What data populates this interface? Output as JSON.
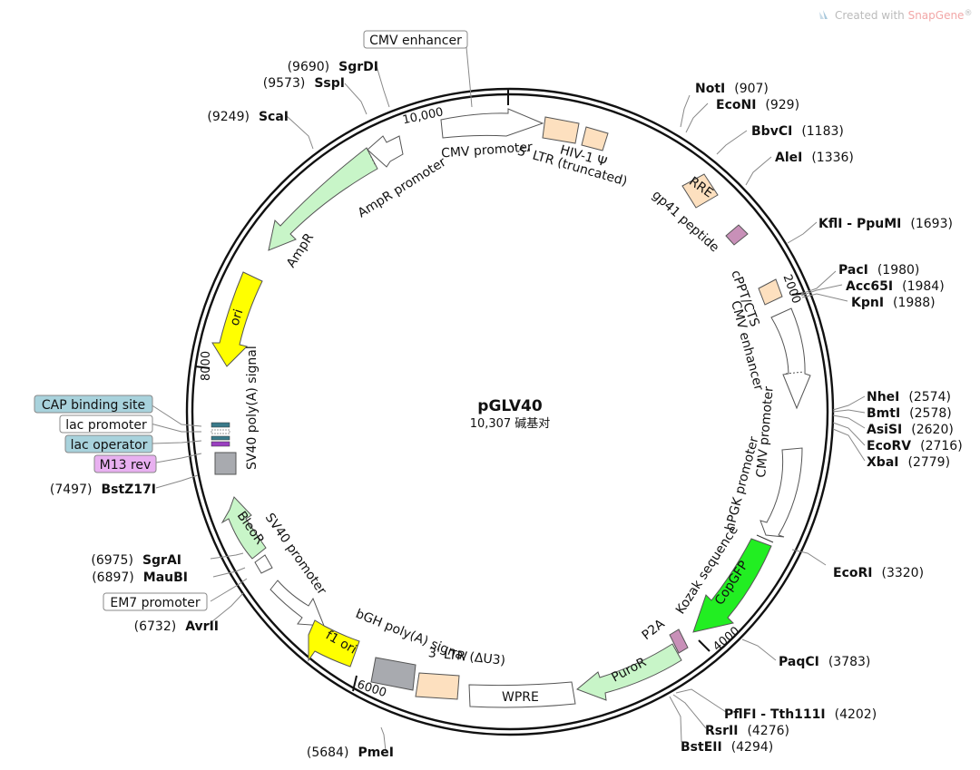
{
  "credit": {
    "prefix": "Created with ",
    "brand": "SnapGene",
    "reg": "®"
  },
  "plasmid": {
    "name": "pGLV40",
    "size": "10,307 碱基对"
  },
  "ticks": [
    "10,000",
    "2000",
    "4000",
    "6000",
    "8000"
  ],
  "sites": [
    {
      "name": "SgrDI",
      "pos": "(9690)"
    },
    {
      "name": "SspI",
      "pos": "(9573)"
    },
    {
      "name": "ScaI",
      "pos": "(9249)"
    },
    {
      "name": "NotI",
      "pos": "(907)"
    },
    {
      "name": "EcoNI",
      "pos": "(929)"
    },
    {
      "name": "BbvCI",
      "pos": "(1183)"
    },
    {
      "name": "AleI",
      "pos": "(1336)"
    },
    {
      "name": "KflI - PpuMI",
      "pos": "(1693)"
    },
    {
      "name": "PacI",
      "pos": "(1980)"
    },
    {
      "name": "Acc65I",
      "pos": "(1984)"
    },
    {
      "name": "KpnI",
      "pos": "(1988)"
    },
    {
      "name": "NheI",
      "pos": "(2574)"
    },
    {
      "name": "BmtI",
      "pos": "(2578)"
    },
    {
      "name": "AsiSI",
      "pos": "(2620)"
    },
    {
      "name": "EcoRV",
      "pos": "(2716)"
    },
    {
      "name": "XbaI",
      "pos": "(2779)"
    },
    {
      "name": "EcoRI",
      "pos": "(3320)"
    },
    {
      "name": "PaqCI",
      "pos": "(3783)"
    },
    {
      "name": "PflFI - Tth111I",
      "pos": "(4202)"
    },
    {
      "name": "RsrII",
      "pos": "(4276)"
    },
    {
      "name": "BstEII",
      "pos": "(4294)"
    },
    {
      "name": "PmeI",
      "pos": "(5684)"
    },
    {
      "name": "AvrII",
      "pos": "(6732)"
    },
    {
      "name": "MauBI",
      "pos": "(6897)"
    },
    {
      "name": "SgrAI",
      "pos": "(6975)"
    },
    {
      "name": "BstZ17I",
      "pos": "(7497)"
    }
  ],
  "boxed_labels": [
    {
      "text": "CMV enhancer",
      "color": "#ffffff"
    },
    {
      "text": "CAP binding site",
      "color": "#a8d2dc"
    },
    {
      "text": "lac promoter",
      "color": "#ffffff"
    },
    {
      "text": "lac operator",
      "color": "#a8d2dc"
    },
    {
      "text": "M13 rev",
      "color": "#e8b0f0"
    },
    {
      "text": "EM7 promoter",
      "color": "#ffffff"
    }
  ],
  "features": {
    "cmv_promoter": "CMV promoter",
    "hiv1_psi": "HIV-1 Ψ",
    "ltr5": "5' LTR (truncated)",
    "ampr_promoter": "AmpR promoter",
    "ampr": "AmpR",
    "rre": "RRE",
    "gp41": "gp41 peptide",
    "cppt": "cPPT/CTS",
    "cmv_enhancer": "CMV enhancer",
    "cmv_promoter2": "CMV promoter",
    "hpgk": "hPGK promoter",
    "kozak": "Kozak sequence",
    "copgfp": "CopGFP",
    "p2a": "P2A",
    "puror": "PuroR",
    "wpre": "WPRE",
    "ltr3": "3' LTR (ΔU3)",
    "bgh": "bGH poly(A) signal",
    "f1ori": "f1 ori",
    "sv40_promoter": "SV40 promoter",
    "bleor": "BleoR",
    "sv40_polya": "SV40 poly(A) signal",
    "ori": "ori"
  },
  "colors": {
    "ampr": "#c8f5c8",
    "ori": "#ffff00",
    "copgfp": "#22ee22",
    "puror": "#c8f5c8",
    "bleor": "#c8f5c8",
    "f1ori": "#ffff00",
    "ltr": "#fde0bf",
    "gray": "#a8aaaf",
    "p2a": "#c890b8",
    "ring": "#111111"
  }
}
